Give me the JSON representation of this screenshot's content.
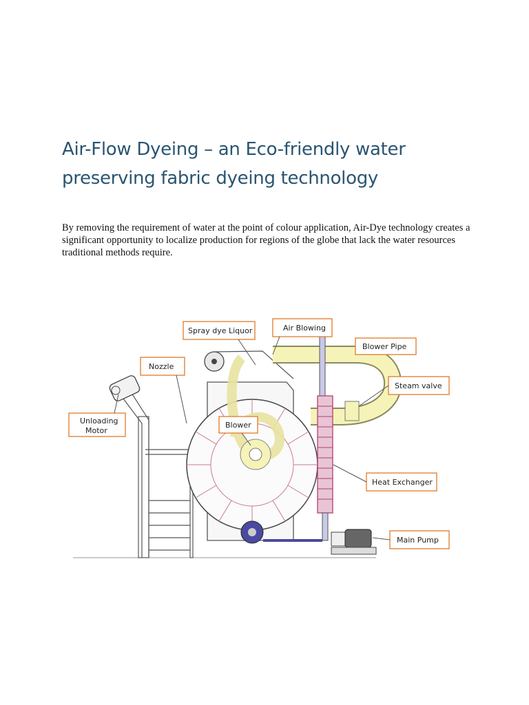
{
  "article": {
    "title": "Air-Flow Dyeing – an Eco-friendly water preserving fabric dyeing technology",
    "paragraph": "By removing the requirement of water at the point of colour application, Air-Dye technology creates a significant opportunity to localize production for regions of the globe that lack the water resources traditional methods require."
  },
  "diagram": {
    "labels": {
      "spray_dye_liquor": "Spray dye Liquor",
      "air_blowing": "Air Blowing",
      "blower_pipe": "Blower Pipe",
      "nozzle": "Nozzle",
      "steam_valve": "Steam valve",
      "unloading_motor_line1": "Unloading",
      "unloading_motor_line2": "Motor",
      "blower": "Blower",
      "heat_exchanger": "Heat Exchanger",
      "main_pump": "Main Pump"
    },
    "colors": {
      "label_border": "#e07a2a",
      "pipe_fill": "#f6f3b8",
      "heat_exchanger": "#b04070",
      "pump": "#4a4aa0",
      "line": "#555555"
    }
  }
}
